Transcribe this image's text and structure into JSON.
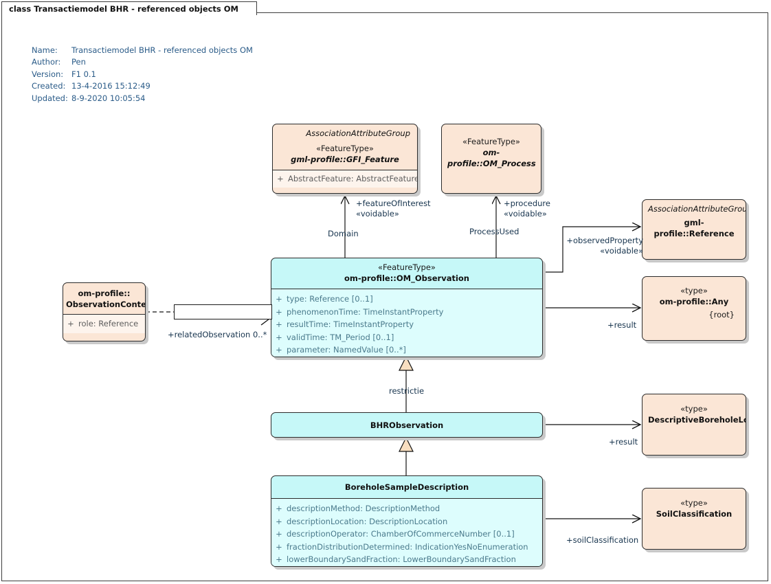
{
  "diagram": {
    "tab_title": "class Transactiemodel BHR - referenced objects OM",
    "metadata": [
      {
        "key": "Name:",
        "value": "Transactiemodel BHR - referenced objects OM"
      },
      {
        "key": "Author:",
        "value": "Pen"
      },
      {
        "key": "Version:",
        "value": "F1 0.1"
      },
      {
        "key": "Created:",
        "value": "13-4-2016 15:12:49"
      },
      {
        "key": "Updated:",
        "value": "8-9-2020 10:05:54"
      }
    ],
    "colors": {
      "class_fill": "#c6f8f8",
      "class_attr_fill": "#ddfdfd",
      "type_fill": "#fbe6d6",
      "type_attr_fill": "#fdf4ed",
      "border": "#2b2b2b",
      "text": "#1a1a1a",
      "attr_text": "#4a7a8c",
      "meta_text": "#2a5b88",
      "label_text": "#16334d",
      "generalization_fill": "#f8dec0"
    }
  },
  "nodes": {
    "gfi_feature": {
      "group": "AssociationAttributeGroup",
      "stereotype": "«FeatureType»",
      "name": "gml-profile::GFI_Feature",
      "attributes": [
        {
          "vis": "+",
          "text": "AbstractFeature: AbstractFeature"
        }
      ]
    },
    "om_process": {
      "stereotype": "«FeatureType»",
      "name": "om-profile::OM_Process"
    },
    "reference": {
      "group": "AssociationAttributeGroup",
      "name": "gml-profile::Reference"
    },
    "any": {
      "stereotype": "«type»",
      "name": "om-profile::Any",
      "root": "{root}"
    },
    "observation_context": {
      "name_line1": "om-profile::",
      "name_line2": "ObservationContext",
      "attributes": [
        {
          "vis": "+",
          "text": "role: Reference"
        }
      ]
    },
    "om_observation": {
      "stereotype": "«FeatureType»",
      "name": "om-profile::OM_Observation",
      "attributes": [
        {
          "vis": "+",
          "text": "type: Reference [0..1]"
        },
        {
          "vis": "+",
          "text": "phenomenonTime: TimeInstantProperty"
        },
        {
          "vis": "+",
          "text": "resultTime: TimeInstantProperty"
        },
        {
          "vis": "+",
          "text": "validTime: TM_Period [0..1]"
        },
        {
          "vis": "+",
          "text": "parameter: NamedValue [0..*]"
        }
      ]
    },
    "bhr_observation": {
      "name": "BHRObservation"
    },
    "descriptive_borehole_log": {
      "stereotype": "«type»",
      "name": "DescriptiveBoreholeLog"
    },
    "borehole_sample_description": {
      "name": "BoreholeSampleDescription",
      "attributes": [
        {
          "vis": "+",
          "text": "descriptionMethod: DescriptionMethod"
        },
        {
          "vis": "+",
          "text": "descriptionLocation: DescriptionLocation"
        },
        {
          "vis": "+",
          "text": "descriptionOperator: ChamberOfCommerceNumber [0..1]"
        },
        {
          "vis": "+",
          "text": "fractionDistributionDetermined: IndicationYesNoEnumeration"
        },
        {
          "vis": "+",
          "text": "lowerBoundarySandFraction: LowerBoundarySandFraction"
        }
      ]
    },
    "soil_classification": {
      "stereotype": "«type»",
      "name": "SoilClassification"
    }
  },
  "edges": {
    "feature_of_interest": {
      "role": "+featureOfInterest",
      "stereotype": "«voidable»",
      "source_role": "Domain"
    },
    "procedure": {
      "role": "+procedure",
      "stereotype": "«voidable»",
      "source_role": "ProcessUsed"
    },
    "observed_property": {
      "role": "+observedProperty",
      "stereotype": "«voidable»"
    },
    "related_observation": {
      "role": "+relatedObservation 0..*"
    },
    "result_any": {
      "role": "+result"
    },
    "restrictie": {
      "label": "restrictie"
    },
    "result_log": {
      "role": "+result"
    },
    "soil_classification": {
      "role": "+soilClassification"
    }
  }
}
